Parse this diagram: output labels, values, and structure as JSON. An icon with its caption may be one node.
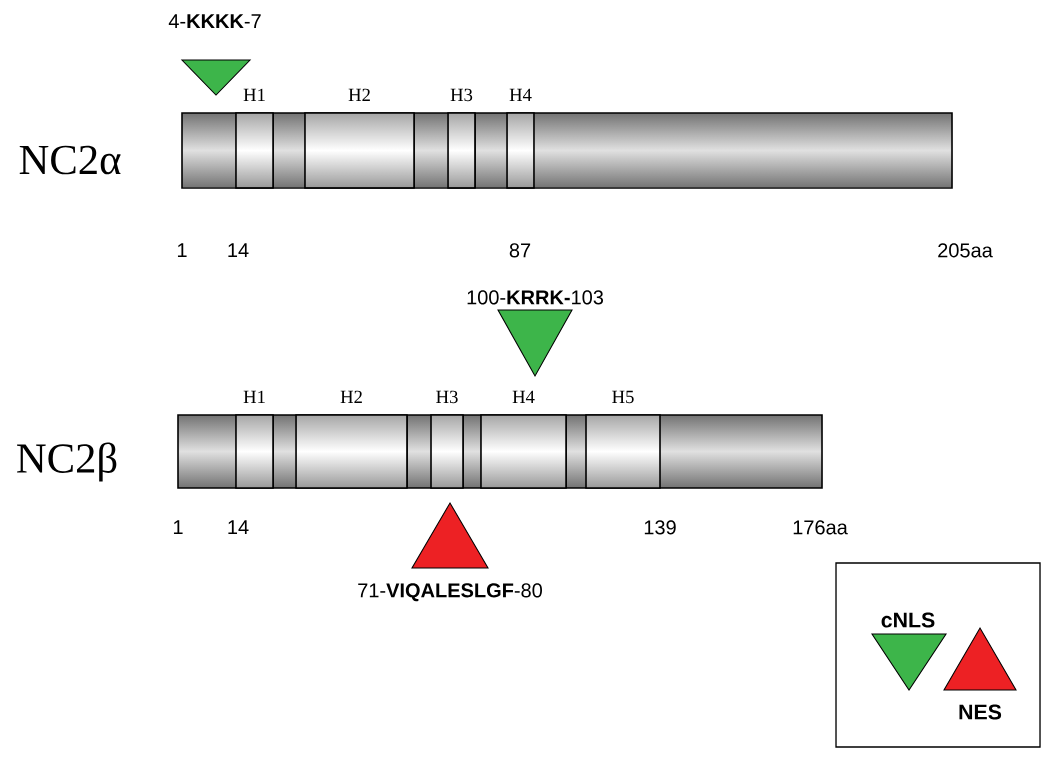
{
  "diagram": {
    "nodes": [
      {
        "text": [],
        "shape": "bar"
      },
      {
        "text": [
          "H1"
        ],
        "in": 0
      },
      {
        "text": [
          "H2"
        ],
        "in": 0
      },
      {
        "text": [
          "H3"
        ],
        "in": 0
      },
      {
        "text": [
          "H4"
        ],
        "in": 0
      },
      {
        "text": [
          "4-**KKKK**-7"
        ]
      },
      {
        "text": [],
        "shape": "bar"
      },
      {
        "text": [
          "H1"
        ],
        "in": 6
      },
      {
        "text": [
          "H2"
        ],
        "in": 6
      },
      {
        "text": [
          "H3"
        ],
        "in": 6
      },
      {
        "text": [
          "H4"
        ],
        "in": 6
      },
      {
        "text": [
          "H5"
        ],
        "in": 6
      },
      {
        "text": [
          "100-**KRRK-**103"
        ]
      },
      {
        "text": [
          "71-**VIQALESLGF**-80"
        ]
      }
    ],
    "edges": [],
    "labels": [
      "NC2α",
      "1",
      "14",
      "87",
      "205aa",
      "NC2β",
      "1",
      "14",
      "139",
      "176aa"
    ],
    "legend": [
      {
        "text": "cNLS"
      },
      {
        "text": "NES"
      }
    ]
  }
}
